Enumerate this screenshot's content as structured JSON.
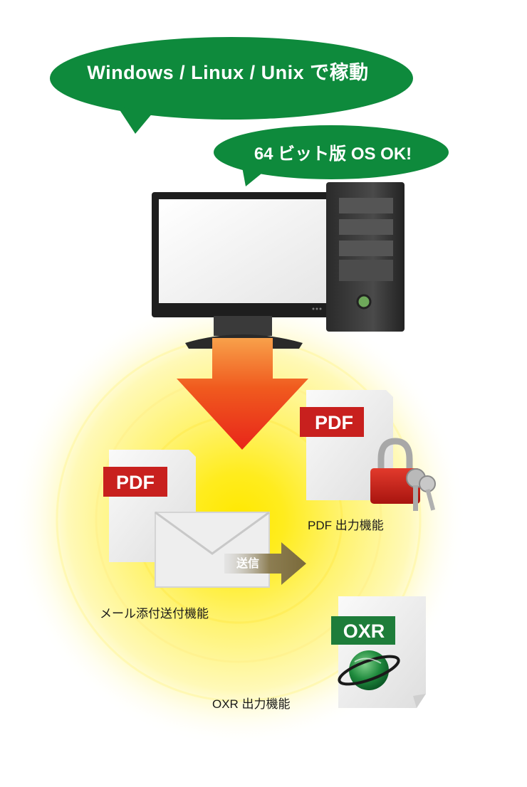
{
  "bubbles": {
    "platforms": "Windows / Linux / Unix で稼動",
    "bit64": "64 ビット版 OS OK!"
  },
  "features": {
    "pdf_badge_top": "PDF",
    "pdf_badge_left": "PDF",
    "oxr_badge": "OXR",
    "send_label": "送信",
    "pdf_output": "PDF 出力機能",
    "mail_attach": "メール添付送付機能",
    "oxr_output": "OXR 出力機能"
  },
  "colors": {
    "bubble_green": "#0e8a3c",
    "pdf_red": "#c8201e",
    "oxr_green": "#1e7d3a",
    "glow_yellow": "#fff06a"
  }
}
